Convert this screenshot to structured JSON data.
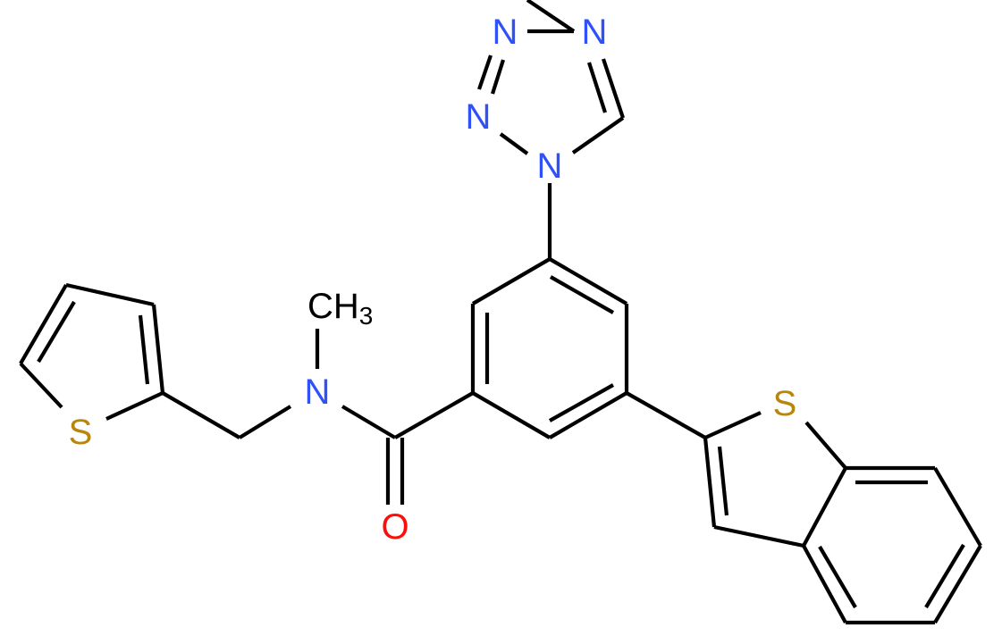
{
  "diagram": {
    "type": "chemical-structure",
    "description": "5-(1-benzothiophen-2-yl)-N-methyl-N-(thiophen-2-ylmethyl)-3-(1H-tetrazol-1-yl)benzamide",
    "background": "#ffffff",
    "colors": {
      "bond": "#000000",
      "N": "#3050F8",
      "O": "#FF0D0D",
      "S": "#B8860B",
      "C": "#000000"
    },
    "labels": {
      "tetrazole_n_top_left": "N",
      "tetrazole_n_top_right": "N",
      "tetrazole_n_left": "N",
      "tetrazole_n_attach": "N",
      "amide_n": "N",
      "methyl_c": "CH",
      "methyl_sub": "3",
      "carbonyl_o": "O",
      "thiophene_s": "S",
      "benzothiophene_s": "S"
    },
    "fragments": [
      "1H-tetrazol-1-yl",
      "benzene (1,3,5-trisubstituted)",
      "N-methyl amide",
      "thiophen-2-ylmethyl",
      "1-benzothiophen-2-yl"
    ]
  }
}
